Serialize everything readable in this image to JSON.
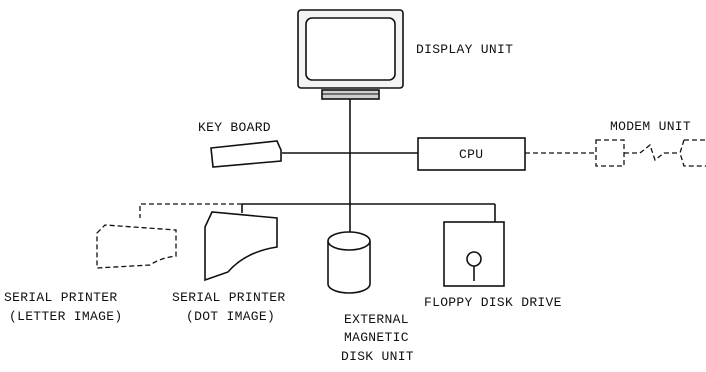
{
  "colors": {
    "ink": "#111111",
    "background": "#ffffff"
  },
  "components": {
    "display": {
      "label": "DISPLAY UNIT"
    },
    "keyboard": {
      "label": "KEY BOARD"
    },
    "cpu": {
      "label": "CPU"
    },
    "modem": {
      "label": "MODEM UNIT"
    },
    "serial_printer_letter": {
      "line1": "SERIAL PRINTER",
      "line2": "(LETTER IMAGE)"
    },
    "serial_printer_dot": {
      "line1": "SERIAL PRINTER",
      "line2": "(DOT IMAGE)"
    },
    "external_disk": {
      "line1": "EXTERNAL",
      "line2": "MAGNETIC",
      "line3": "DISK UNIT"
    },
    "floppy": {
      "label": "FLOPPY DISK DRIVE"
    }
  }
}
